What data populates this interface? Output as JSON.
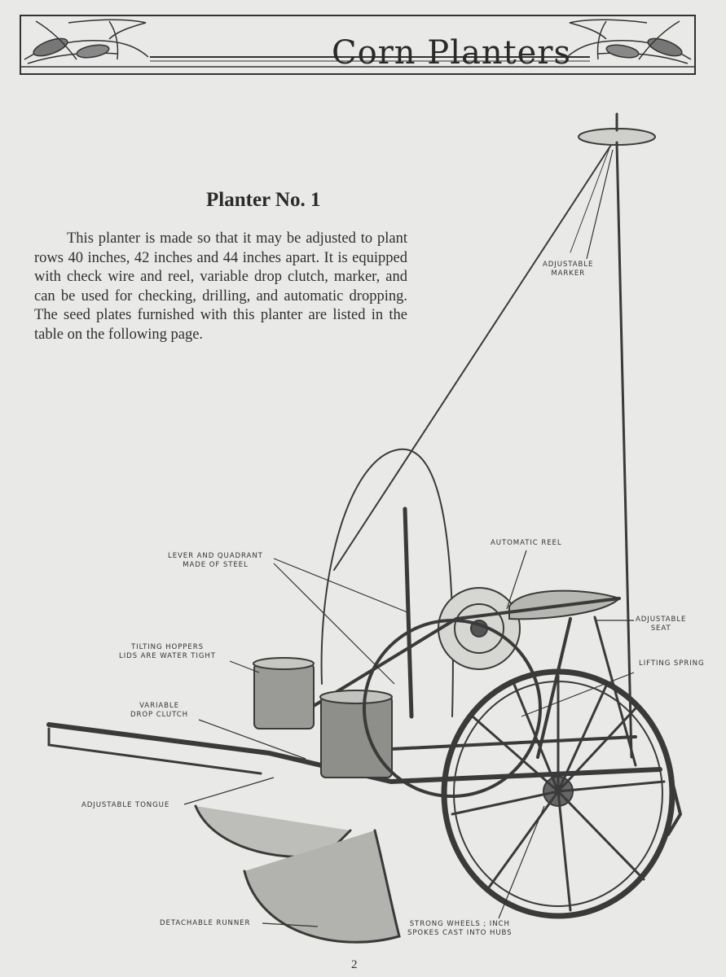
{
  "header": {
    "title": "Corn Planters"
  },
  "heading": "Planter No. 1",
  "paragraph": "This planter is made so that it may be adjusted to plant rows 40 inches, 42 inches and 44 inches apart. It is equipped with check wire and reel, variable drop clutch, marker, and can be used for checking, drilling, and automatic dropping. The seed plates furnished with this planter are listed in the table on the following page.",
  "labels": {
    "adjustable_marker": [
      "ADJUSTABLE",
      "MARKER"
    ],
    "automatic_reel": [
      "AUTOMATIC REEL"
    ],
    "lever_quadrant": [
      "LEVER AND QUADRANT",
      "MADE OF STEEL"
    ],
    "adjustable_seat": [
      "ADJUSTABLE",
      "SEAT"
    ],
    "lifting_spring": [
      "LIFTING SPRING"
    ],
    "tilting_hoppers": [
      "TILTING HOPPERS",
      "LIDS ARE WATER TIGHT"
    ],
    "variable_drop_clutch": [
      "VARIABLE",
      "DROP CLUTCH"
    ],
    "adjustable_tongue": [
      "ADJUSTABLE TONGUE"
    ],
    "detachable_runner": [
      "DETACHABLE RUNNER"
    ],
    "strong_wheels": [
      "STRONG WHEELS ; INCH",
      "SPOKES CAST INTO HUBS"
    ]
  },
  "page_number": "2",
  "colors": {
    "background": "#e9e9e7",
    "ink": "#2a2a2a"
  }
}
